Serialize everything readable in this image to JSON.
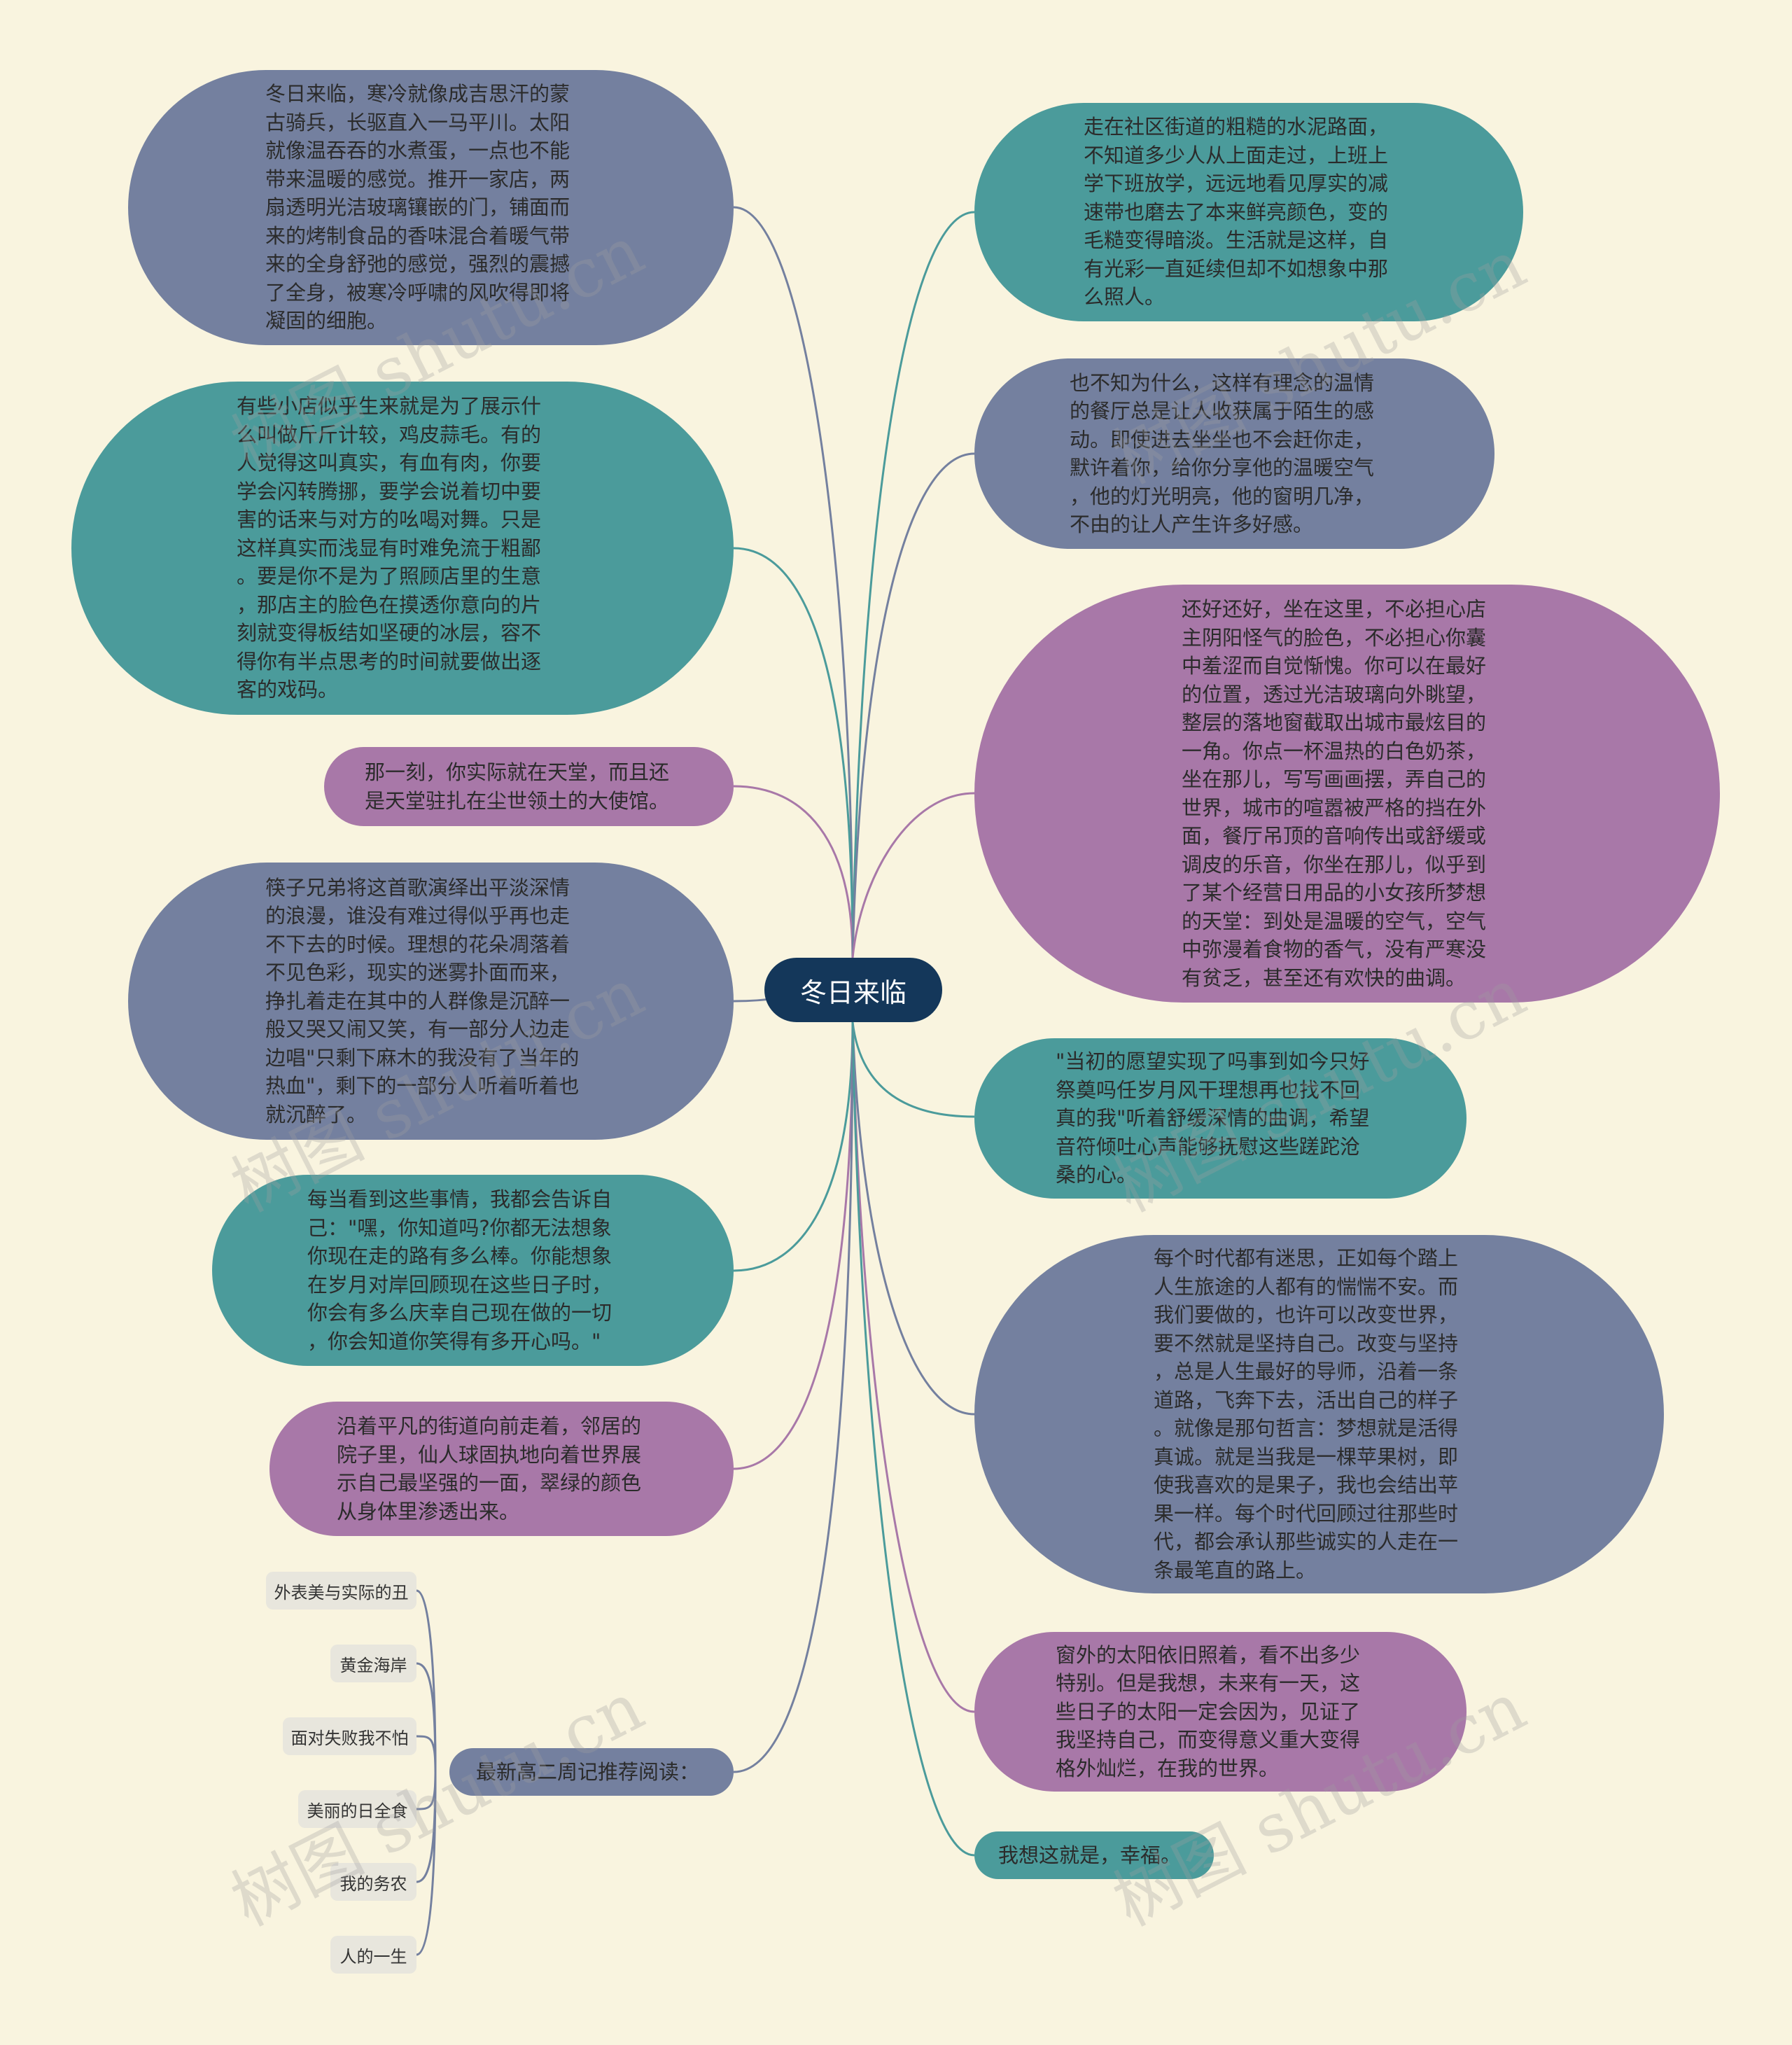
{
  "root": {
    "label": "冬日来临"
  },
  "left_nodes": [
    {
      "text": "冬日来临，寒冷就像成吉思汗的蒙\n古骑兵，长驱直入一马平川。太阳\n就像温吞吞的水煮蛋，一点也不能\n带来温暖的感觉。推开一家店，两\n扇透明光洁玻璃镶嵌的门，铺面而\n来的烤制食品的香味混合着暖气带\n来的全身舒弛的感觉，强烈的震撼\n了全身，被寒冷呼啸的风吹得即将\n凝固的细胞。"
    },
    {
      "text": "有些小店似乎生来就是为了展示什\n么叫做斤斤计较，鸡皮蒜毛。有的\n人觉得这叫真实，有血有肉，你要\n学会闪转腾挪，要学会说着切中要\n害的话来与对方的吆喝对舞。只是\n这样真实而浅显有时难免流于粗鄙\n。要是你不是为了照顾店里的生意\n，那店主的脸色在摸透你意向的片\n刻就变得板结如坚硬的冰层，容不\n得你有半点思考的时间就要做出逐\n客的戏码。"
    },
    {
      "text": "那一刻，你实际就在天堂，而且还\n是天堂驻扎在尘世领土的大使馆。"
    },
    {
      "text": "筷子兄弟将这首歌演绎出平淡深情\n的浪漫，谁没有难过得似乎再也走\n不下去的时候。理想的花朵凋落着\n不见色彩，现实的迷雾扑面而来，\n挣扎着走在其中的人群像是沉醉一\n般又哭又闹又笑，有一部分人边走\n边唱\"只剩下麻木的我没有了当年的\n热血\"，剩下的一部分人听着听着也\n就沉醉了。"
    },
    {
      "text": "每当看到这些事情，我都会告诉自\n己：\"嘿，你知道吗?你都无法想象\n你现在走的路有多么棒。你能想象\n在岁月对岸回顾现在这些日子时，\n你会有多么庆幸自己现在做的一切\n，你会知道你笑得有多开心吗。\""
    },
    {
      "text": "沿着平凡的街道向前走着，邻居的\n院子里，仙人球固执地向着世界展\n示自己最坚强的一面，翠绿的颜色\n从身体里渗透出来。"
    },
    {
      "text": "最新高二周记推荐阅读："
    }
  ],
  "right_nodes": [
    {
      "text": "走在社区街道的粗糙的水泥路面，\n不知道多少人从上面走过，上班上\n学下班放学，远远地看见厚实的减\n速带也磨去了本来鲜亮颜色，变的\n毛糙变得暗淡。生活就是这样，自\n有光彩一直延续但却不如想象中那\n么照人。"
    },
    {
      "text": "也不知为什么，这样有理念的温情\n的餐厅总是让人收获属于陌生的感\n动。即使进去坐坐也不会赶你走，\n默许着你，给你分享他的温暖空气\n，他的灯光明亮，他的窗明几净，\n不由的让人产生许多好感。"
    },
    {
      "text": "还好还好，坐在这里，不必担心店\n主阴阳怪气的脸色，不必担心你囊\n中羞涩而自觉惭愧。你可以在最好\n的位置，透过光洁玻璃向外眺望，\n整层的落地窗截取出城市最炫目的\n一角。你点一杯温热的白色奶茶，\n坐在那儿，写写画画摆，弄自己的\n世界，城市的喧嚣被严格的挡在外\n面，餐厅吊顶的音响传出或舒缓或\n调皮的乐音，你坐在那儿，似乎到\n了某个经营日用品的小女孩所梦想\n的天堂：到处是温暖的空气，空气\n中弥漫着食物的香气，没有严寒没\n有贫乏，甚至还有欢快的曲调。"
    },
    {
      "text": "\"当初的愿望实现了吗事到如今只好\n祭奠吗任岁月风干理想再也找不回\n真的我\"听着舒缓深情的曲调，希望\n音符倾吐心声能够抚慰这些蹉跎沧\n桑的心。"
    },
    {
      "text": "每个时代都有迷思，正如每个踏上\n人生旅途的人都有的惴惴不安。而\n我们要做的，也许可以改变世界，\n要不然就是坚持自己。改变与坚持\n，总是人生最好的导师，沿着一条\n道路，飞奔下去，活出自己的样子\n。就像是那句哲言：梦想就是活得\n真诚。就是当我是一棵苹果树，即\n使我喜欢的是果子，我也会结出苹\n果一样。每个时代回顾过往那些时\n代，都会承认那些诚实的人走在一\n条最笔直的路上。"
    },
    {
      "text": "窗外的太阳依旧照着，看不出多少\n特别。但是我想，未来有一天，这\n些日子的太阳一定会因为，见证了\n我坚持自己，而变得意义重大变得\n格外灿烂，在我的世界。"
    },
    {
      "text": "我想这就是，幸福。"
    }
  ],
  "reading_list": [
    "外表美与实际的丑",
    "黄金海岸",
    "面对失败我不怕",
    "美丽的日全食",
    "我的务农",
    "人的一生"
  ],
  "watermark": "树图 shutu.cn",
  "colors": {
    "background": "#f9f4df",
    "root": "#14375a",
    "purple": "#a878a8",
    "teal": "#4b9b9b",
    "slate": "#74809f",
    "leaf": "#e8e6dd"
  }
}
